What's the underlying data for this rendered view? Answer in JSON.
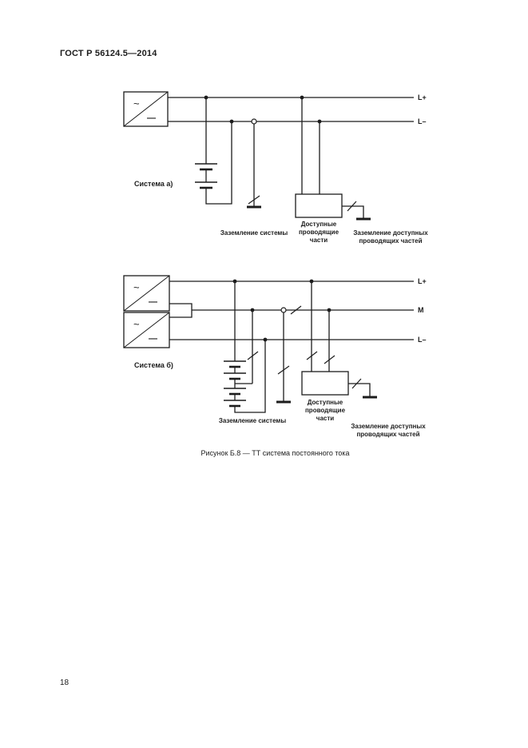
{
  "page": {
    "header": "ГОСТ Р 56124.5—2014",
    "caption": "Рисунок Б.8 — ТТ система постоянного тока",
    "page_number": "18"
  },
  "diagram_a": {
    "system_label": "Система а)",
    "converter": {
      "ac": "~",
      "dc": "—"
    },
    "lines": {
      "pos": "L+",
      "neg": "L–"
    },
    "labels": {
      "ground_system": "Заземление системы",
      "parts": [
        "Доступные",
        "проводящие",
        "части"
      ],
      "ground_parts": [
        "Заземление доступных",
        "проводящих частей"
      ]
    }
  },
  "diagram_b": {
    "system_label": "Система б)",
    "converter": {
      "ac": "~",
      "dc": "—"
    },
    "lines": {
      "pos": "L+",
      "mid": "M",
      "neg": "L–"
    },
    "labels": {
      "ground_system": "Заземление системы",
      "parts": [
        "Доступные",
        "проводящие",
        "части"
      ],
      "ground_parts": [
        "Заземление доступных",
        "проводящих частей"
      ]
    }
  }
}
